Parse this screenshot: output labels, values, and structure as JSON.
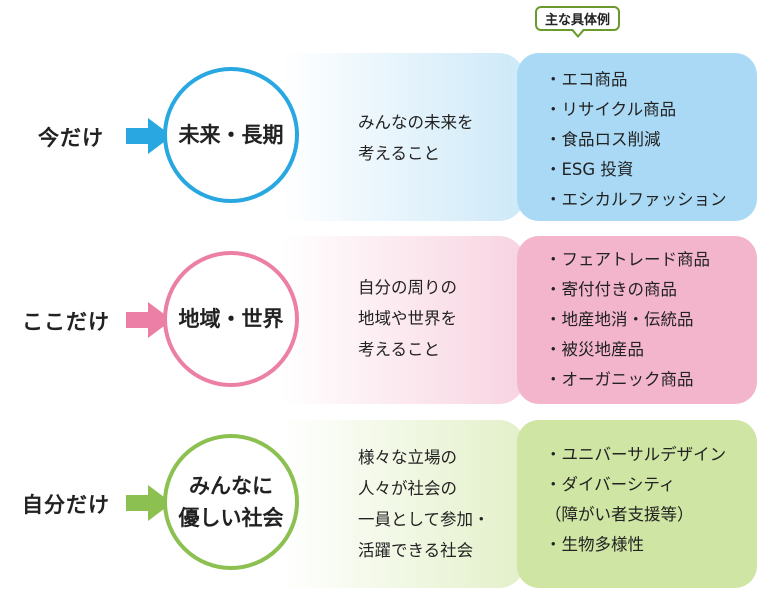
{
  "callout": {
    "label": "主な具体例"
  },
  "rows": [
    {
      "label": "今だけ",
      "circle_line1": "未来・長期",
      "circle_line2": "",
      "desc": [
        "みんなの未来を",
        "考えること"
      ],
      "examples": [
        "・エコ商品",
        "・リサイクル商品",
        "・食品ロス削減",
        "・ESG 投資",
        "・エシカルファッション"
      ],
      "colors": {
        "ring": "#29a7e1",
        "arrow": "#29a7e1",
        "band_start": "#ffffff",
        "band_end": "#cde9f8",
        "box": "#a9d9f5"
      }
    },
    {
      "label": "ここだけ",
      "circle_line1": "地域・世界",
      "circle_line2": "",
      "desc": [
        "自分の周りの",
        "地域や世界を",
        "考えること"
      ],
      "examples": [
        "・フェアトレード商品",
        "・寄付付きの商品",
        "・地産地消・伝統品",
        "・被災地産品",
        "・オーガニック商品"
      ],
      "colors": {
        "ring": "#ec7fa5",
        "arrow": "#ec7fa5",
        "band_start": "#ffffff",
        "band_end": "#f8d3e1",
        "box": "#f3b5cc"
      }
    },
    {
      "label": "自分だけ",
      "circle_line1": "みんなに",
      "circle_line2": "優しい社会",
      "desc": [
        "様々な立場の",
        "人々が社会の",
        "一員として参加・",
        "活躍できる社会"
      ],
      "examples": [
        "・ユニバーサルデザイン",
        "・ダイバーシティ",
        "（障がい者支援等）",
        "・生物多様性"
      ],
      "colors": {
        "ring": "#8cc051",
        "arrow": "#8cc051",
        "band_start": "#ffffff",
        "band_end": "#e3f0c9",
        "box": "#cfe5a3"
      }
    }
  ]
}
